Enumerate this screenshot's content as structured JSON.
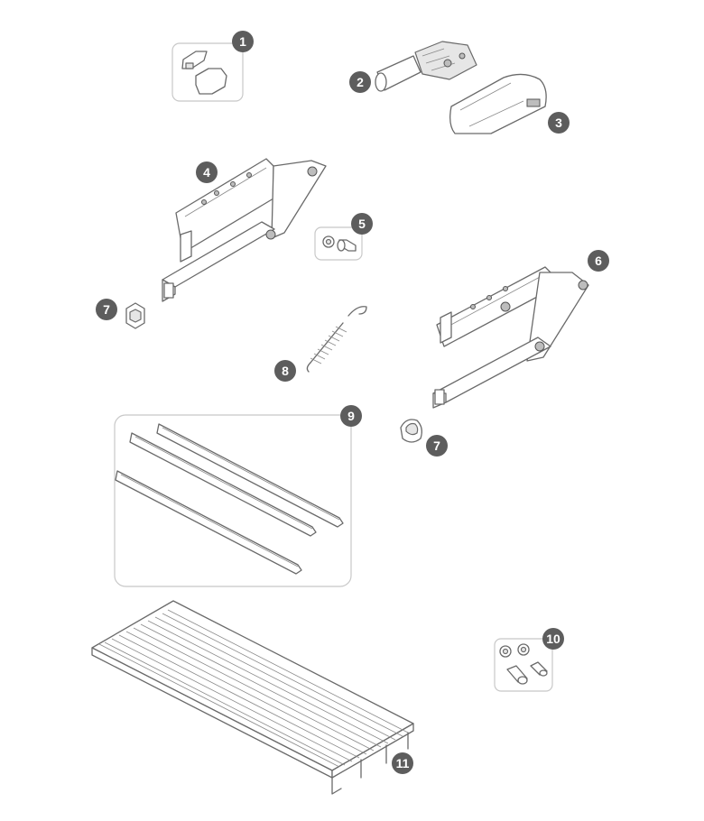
{
  "diagram": {
    "part_labels": [
      "1",
      "2",
      "3",
      "4",
      "5",
      "6",
      "7",
      "7",
      "8",
      "9",
      "10",
      "11"
    ],
    "colors": {
      "badge_fill": "#5d5d5d",
      "badge_text": "#ffffff",
      "outline": "#6a6a6a",
      "box_border": "#c8c8c8"
    }
  }
}
